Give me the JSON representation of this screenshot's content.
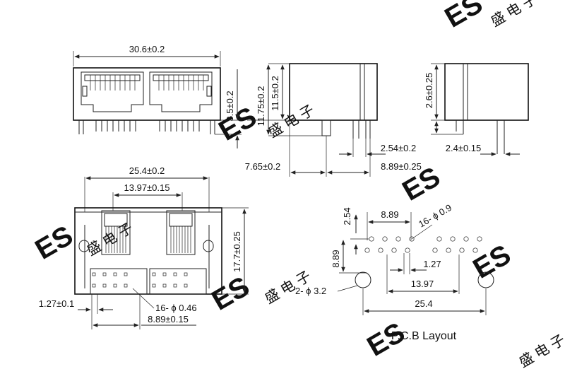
{
  "front_view": {
    "width": "30.6±0.2",
    "pin_height": "3.5±0.2"
  },
  "side_view": {
    "height_outer": "11.75±0.2",
    "height_inner": "11.5±0.2",
    "pin_spacing": "2.54±0.2",
    "post_offset": "7.65±0.2",
    "row_offset": "8.89±0.25"
  },
  "rear_view": {
    "height": "2.6±0.25",
    "pin_offset": "2.4±0.15"
  },
  "bottom_view": {
    "pitch_outer": "25.4±0.2",
    "pitch_inner": "13.97±0.15",
    "height": "17.7±0.25",
    "pin_pitch": "1.27±0.1",
    "holes": "16- ϕ 0.46",
    "row_span": "8.89±0.15"
  },
  "pcb_layout": {
    "title": "P.C.B Layout",
    "row_gap": "2.54",
    "span": "8.89",
    "holes": "16- ϕ 0.9",
    "height": "8.89",
    "pitch": "1.27",
    "mount_holes": "2- ϕ 3.2",
    "inner": "13.97",
    "outer": "25.4"
  },
  "watermark": {
    "logo": "ES",
    "text": "盛 电 子"
  }
}
